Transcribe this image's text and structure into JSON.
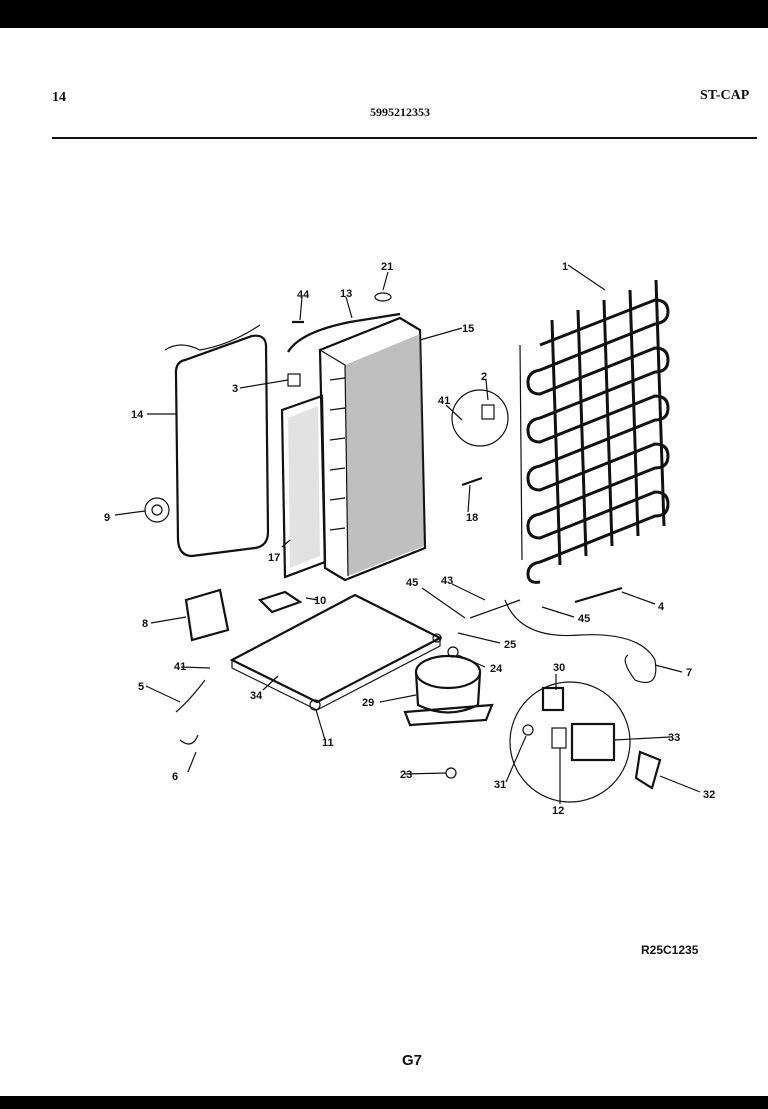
{
  "header": {
    "page_number": "14",
    "model_number": "5995212353",
    "section_code": "ST-CAP"
  },
  "parts": [
    "1",
    "2",
    "3",
    "4",
    "5",
    "6",
    "7",
    "8",
    "9",
    "10",
    "11",
    "12",
    "13",
    "14",
    "15",
    "17",
    "18",
    "21",
    "23",
    "24",
    "25",
    "29",
    "30",
    "31",
    "32",
    "33",
    "34",
    "41",
    "41",
    "43",
    "44",
    "45",
    "45"
  ],
  "diagram_id": "R25C1235",
  "footer_code": "G7"
}
